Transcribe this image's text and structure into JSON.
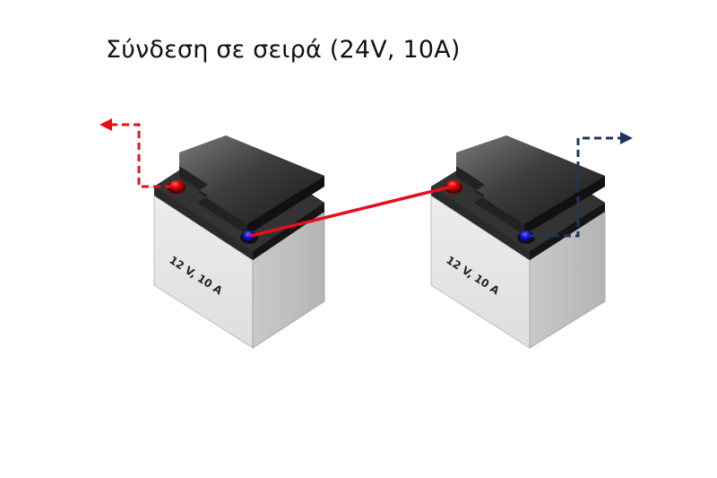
{
  "title": "Σύνδεση σε σειρά (24V, 10A)",
  "batteries": [
    {
      "label": "12 V, 10 A"
    },
    {
      "label": "12 V, 10 A"
    }
  ],
  "colors": {
    "positive": "#e3101a",
    "negative": "#1010c8",
    "negative_lead": "#1f355e"
  }
}
